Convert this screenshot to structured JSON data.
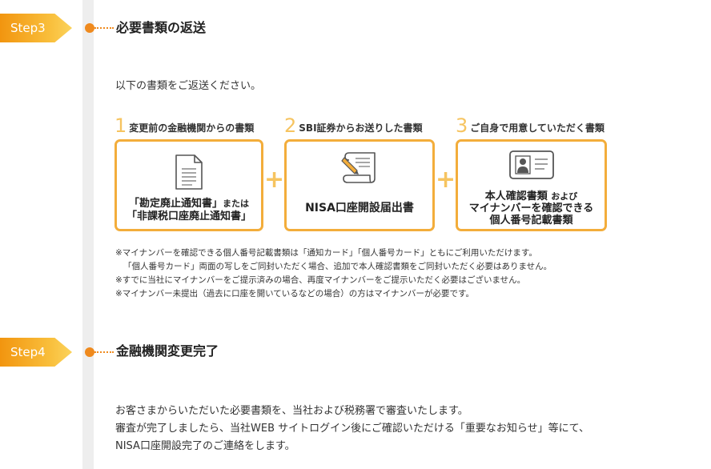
{
  "step3": {
    "tag": "Step3",
    "title": "必要書類の返送",
    "intro": "以下の書類をご返送ください。",
    "documents": [
      {
        "number": "1",
        "heading": "変更前の金融機関からの書類",
        "icon": "document-icon",
        "label_line1_main": "「勘定廃止通知書」",
        "label_line1_small": "または",
        "label_line2": "「非課税口座廃止通知書」"
      },
      {
        "number": "2",
        "heading": "SBI証券からお送りした書類",
        "icon": "application-form-icon",
        "label": "NISA口座開設届出書"
      },
      {
        "number": "3",
        "heading": "ご自身で用意していただく書類",
        "icon": "id-card-icon",
        "label_line1_main": "本人確認書類",
        "label_line1_small": "および",
        "label_line2": "マイナンバーを確認できる",
        "label_line3": "個人番号記載書類"
      }
    ],
    "plus_sign": "+",
    "notes": [
      "※マイナンバーを確認できる個人番号記載書類は「通知カード」「個人番号カード」ともにご利用いただけます。",
      "「個人番号カード」両面の写しをご同封いただく場合、追加で本人確認書類をご同封いただく必要はありません。",
      "※すでに当社にマイナンバーをご提示済みの場合、再度マイナンバーをご提示いただく必要はございません。",
      "※マイナンバー未提出（過去に口座を開いているなどの場合）の方はマイナンバーが必要です。"
    ]
  },
  "step4": {
    "tag": "Step4",
    "title": "金融機関変更完了",
    "body": [
      "お客さまからいただいた必要書類を、当社および税務署で審査いたします。",
      "審査が完了しましたら、当社WEB サイトログイン後にご確認いただける「重要なお知らせ」等にて、",
      "NISA口座開設完了のご連絡をします。"
    ]
  },
  "colors": {
    "accent_orange": "#ef8a1e",
    "box_border": "#f3ad3b",
    "number_yellow": "#f6c460",
    "timeline_gray": "#eeeeee"
  }
}
